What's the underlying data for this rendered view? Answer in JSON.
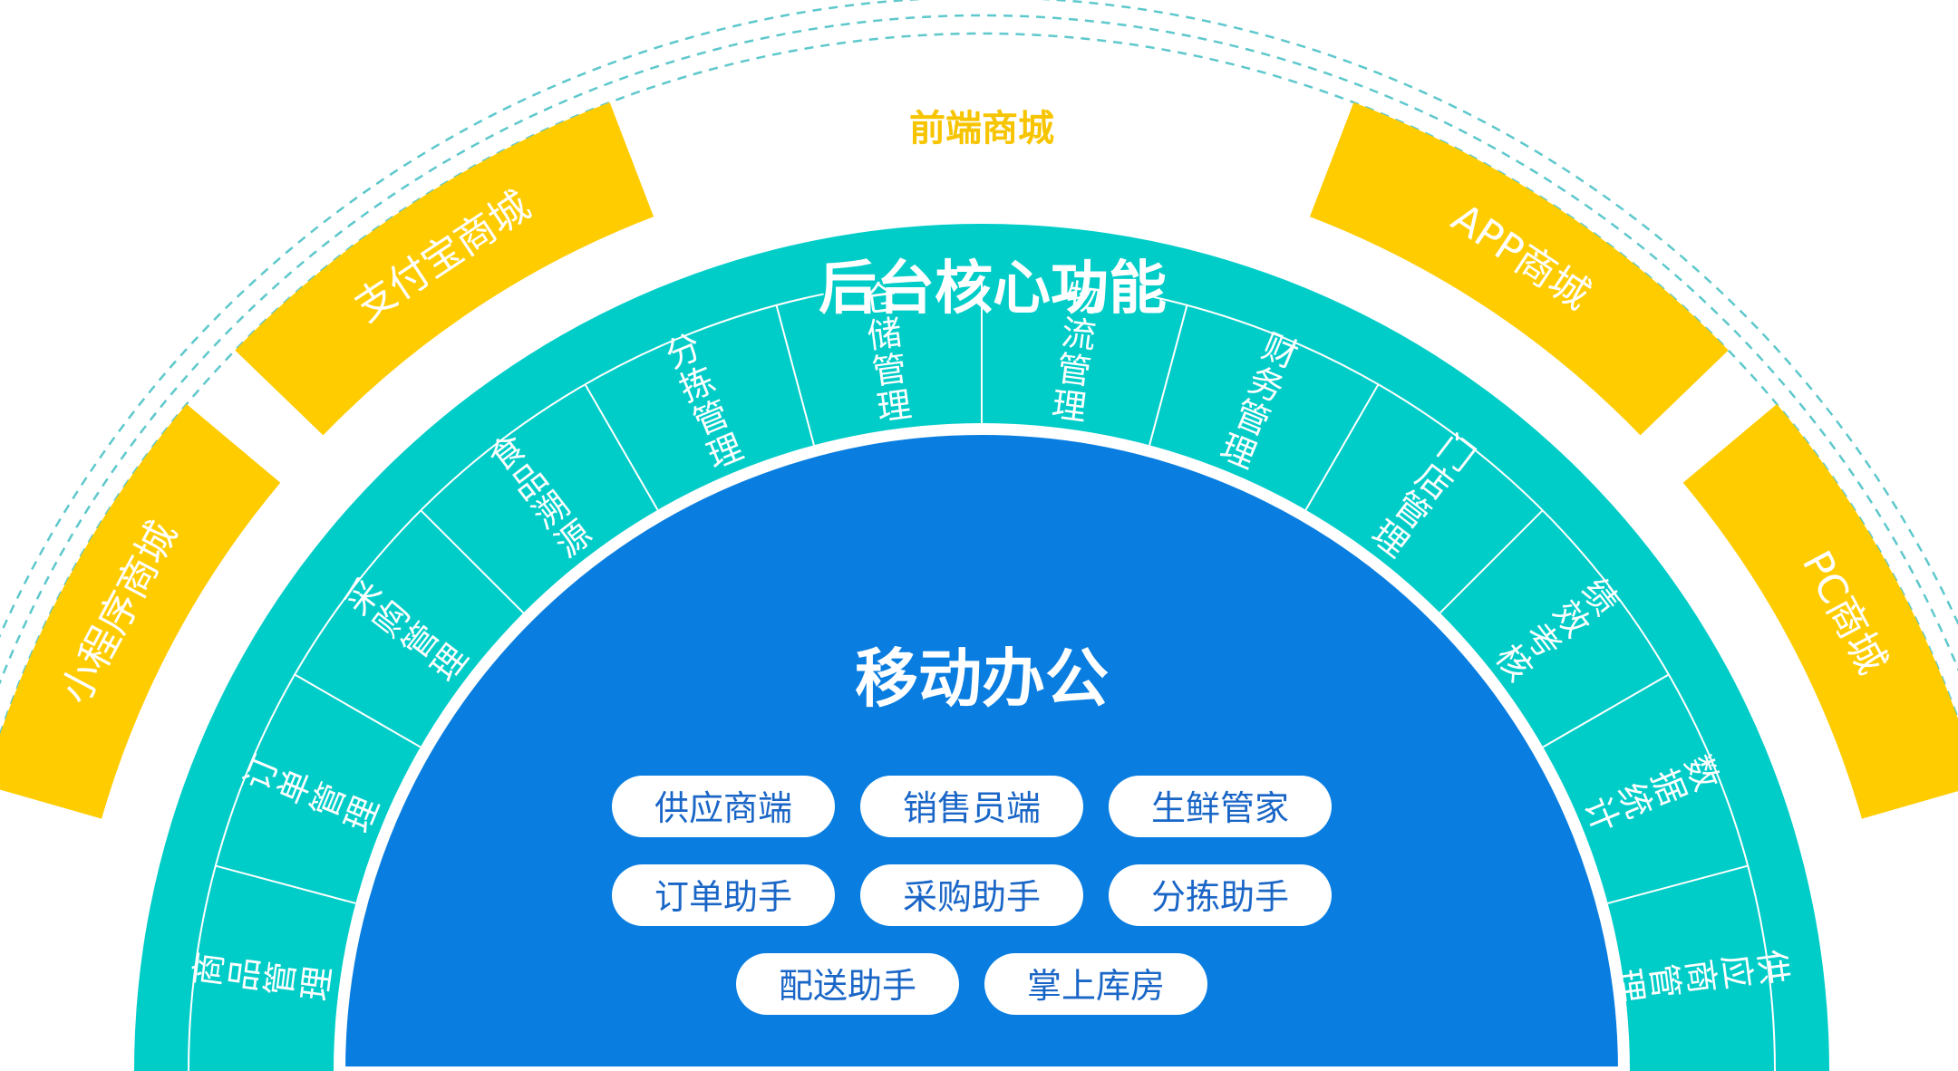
{
  "front_title": "前端商城",
  "front_segments": [
    "小程序商城",
    "支付宝商城",
    "APP商城",
    "PC商城"
  ],
  "core_title": "后台核心功能",
  "core_segments": [
    "商品管理",
    "订单管理",
    "采购管理",
    "食品溯源",
    "分拣管理",
    "仓储管理",
    "物流管理",
    "财务管理",
    "门店管理",
    "绩效考核",
    "数据统计",
    "供应商管理"
  ],
  "mobile_title": "移动办公",
  "mobile_items": [
    "供应商端",
    "销售员端",
    "生鲜管家",
    "订单助手",
    "采购助手",
    "分拣助手",
    "配送助手",
    "掌上库房"
  ],
  "colors": {
    "teal": "#00cdc8",
    "yellow": "#ffcc00",
    "blue": "#0a7ee0",
    "dashed": "#5ec8cc",
    "pill_text": "#1a66c7",
    "front_title": "#f7c400"
  }
}
